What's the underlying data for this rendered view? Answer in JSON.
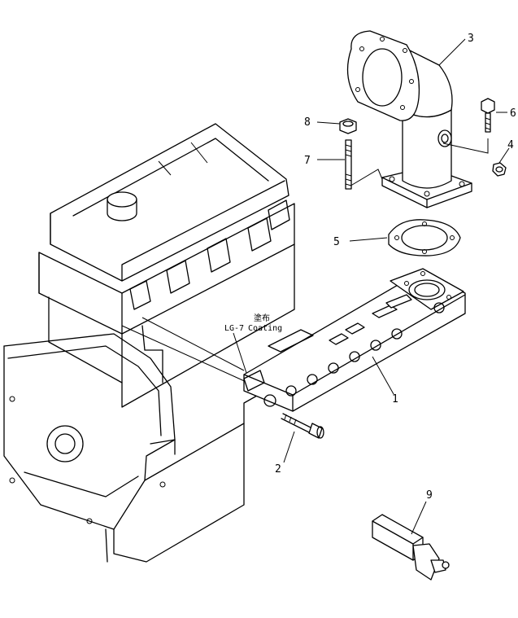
{
  "callouts": {
    "c1": "1",
    "c2": "2",
    "c3": "3",
    "c4": "4",
    "c5": "5",
    "c6": "6",
    "c7": "7",
    "c8": "8",
    "c9": "9"
  },
  "note": {
    "kanji": "塗布",
    "sealant": "LG-7",
    "coating": "Coating"
  }
}
